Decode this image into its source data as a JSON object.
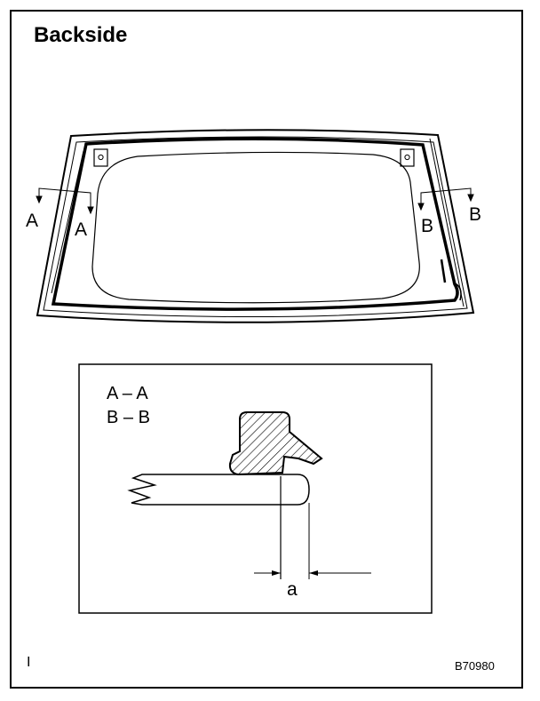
{
  "title": "Backside",
  "labels": {
    "section_left_outer": "A",
    "section_left_inner": "A",
    "section_right_inner": "B",
    "section_right_outer": "B"
  },
  "detail": {
    "line1": "A – A",
    "line2": "B – B",
    "dimension": "a"
  },
  "footer": {
    "mark": "I",
    "code": "B70980"
  }
}
